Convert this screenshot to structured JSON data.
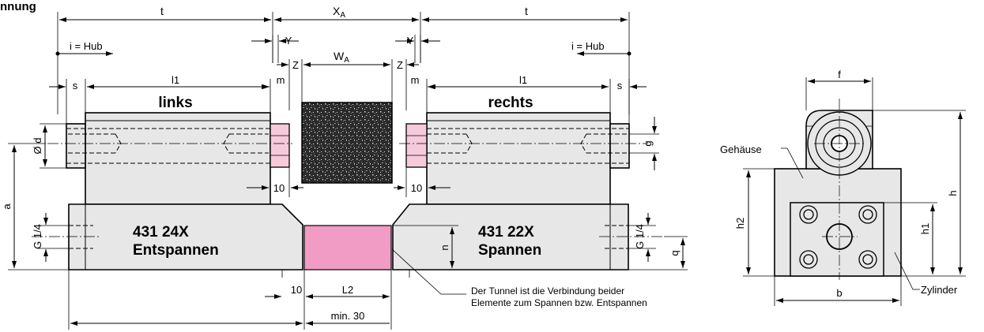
{
  "title": "nnung",
  "labels": {
    "t_left": "t",
    "t_right": "t",
    "xa": "X",
    "xa_sub": "A",
    "y_left": "Y",
    "y_right": "Y",
    "hub_left": "i = Hub",
    "hub_right": "i = Hub",
    "z_left": "Z",
    "z_right": "Z",
    "wa": "W",
    "wa_sub": "A",
    "s_left": "s",
    "s_right": "s",
    "l1_left": "l1",
    "l1_right": "l1",
    "m_left": "m",
    "m_right": "m",
    "links": "links",
    "rechts": "rechts",
    "od": "Ø d",
    "g": "g",
    "ten_left": "10",
    "ten_right": "10",
    "ten_bottom": "10",
    "a": "a",
    "g14_left": "G 1/4",
    "g14_right": "G 1/4",
    "n": "n",
    "q": "q",
    "part_left_no": "431 24X",
    "part_left_name": "Entspannen",
    "part_right_no": "431 22X",
    "part_right_name": "Spannen",
    "l2": "L2",
    "min30": "min. 30",
    "tunnel_note_1": "Der Tunnel ist die Verbindung beider",
    "tunnel_note_2": "Elemente zum Spannen bzw. Entspannen",
    "f": "f",
    "gehause": "Gehäuse",
    "h": "h",
    "h1": "h1",
    "h2": "h2",
    "b": "b",
    "zylinder": "Zylinder"
  },
  "colors": {
    "body_fill": "#e7e7e7",
    "tunnel_fill": "#f09cc4",
    "nut_fill": "#f6cadb",
    "workpiece_fill": "#3a3a3a"
  }
}
